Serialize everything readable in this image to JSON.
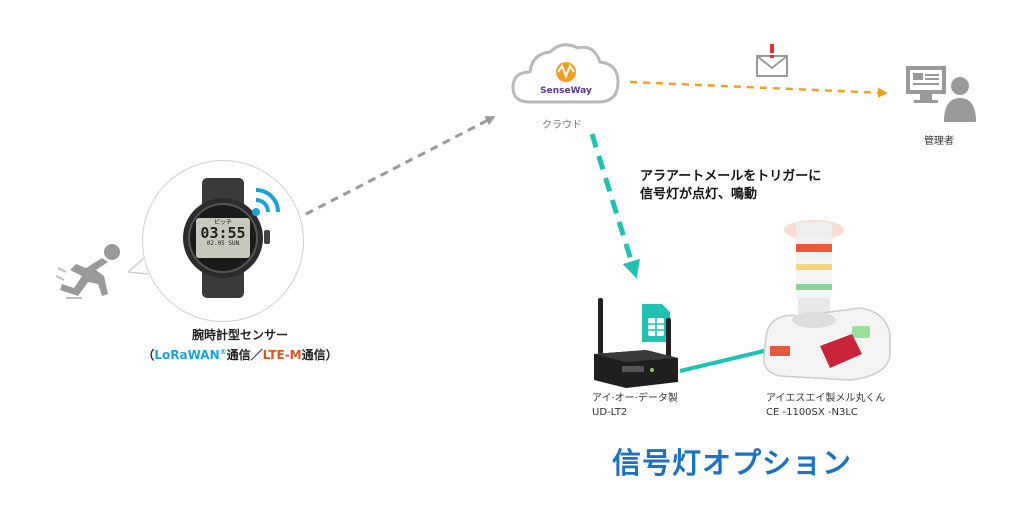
{
  "cloud": {
    "logo_text": "SenseWay",
    "label": "クラウド"
  },
  "manager": {
    "label": "管理者"
  },
  "alert": {
    "line1": "アラアートメールをトリガーに",
    "line2": "信号灯が点灯、鳴動"
  },
  "watch": {
    "display_top": "ピッチ",
    "display_time": "03:55",
    "display_sub": "02.05 SUN"
  },
  "sensor": {
    "title": "腕時計型センサー",
    "open_paren": "（",
    "lorawan": "LoRaWAN",
    "registered": "®",
    "middle": "通信／",
    "ltem": "LTE-M",
    "end": "通信）"
  },
  "router": {
    "maker": "アイ·オー·データ製",
    "model": "UD-LT2"
  },
  "signal_light": {
    "maker": "アイエスエイ製メル丸くん",
    "model": "CE -1100SX -N3LC"
  },
  "option_title": "信号灯オプション",
  "colors": {
    "accent_blue": "#1b72c4",
    "lorawan_blue": "#1aa3d6",
    "lte_orange": "#e0531f",
    "teal": "#1fc1b2",
    "alert_orange": "#f0a020"
  }
}
